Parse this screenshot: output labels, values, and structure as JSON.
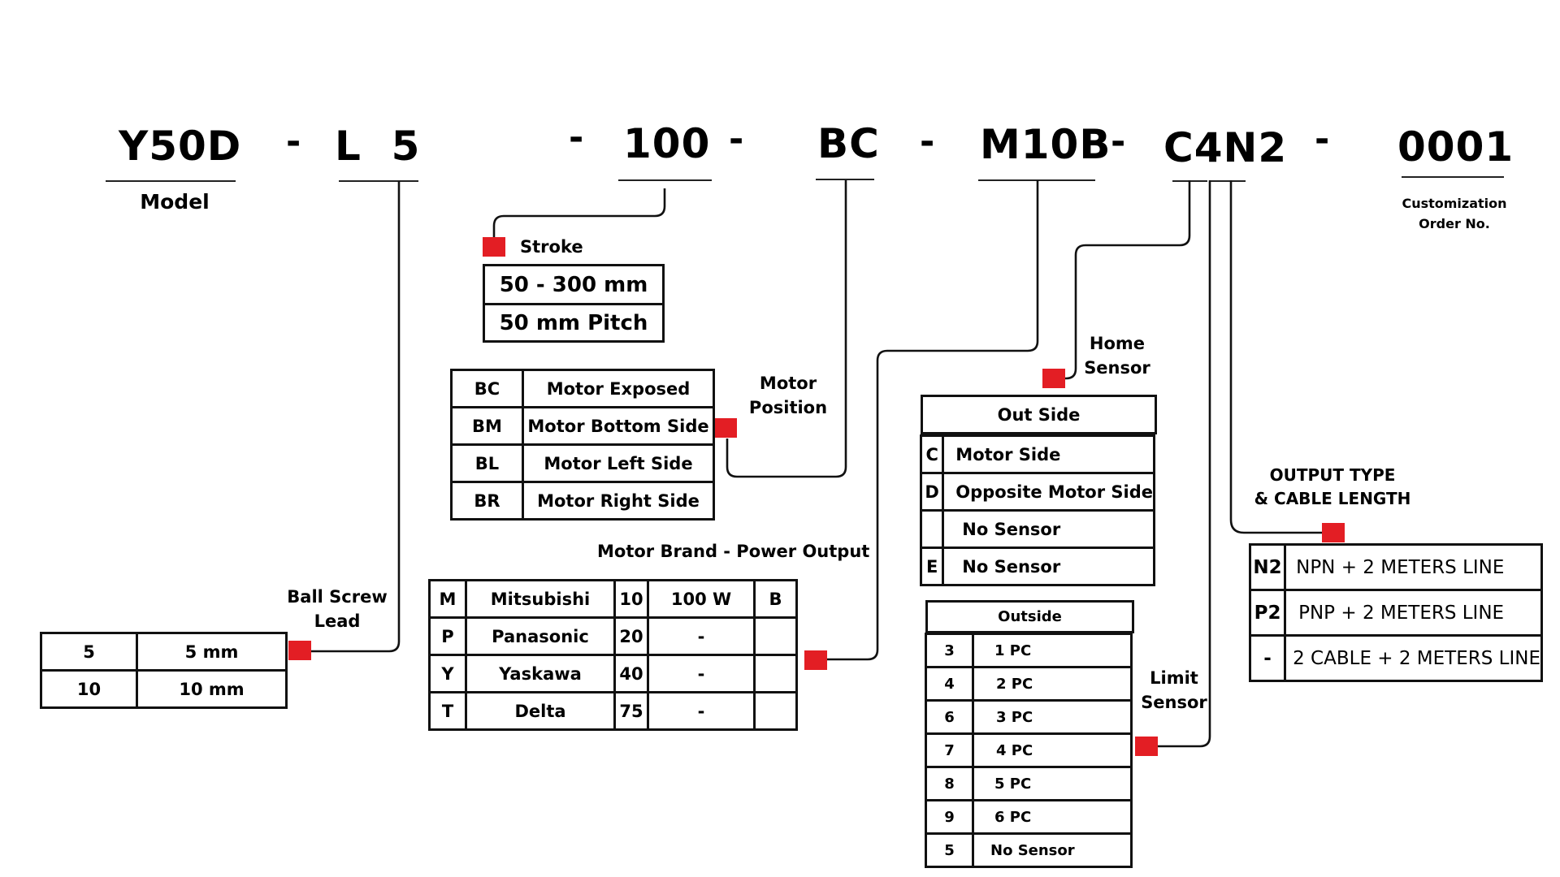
{
  "part_number": {
    "segments": [
      {
        "code": "Y50D",
        "label": "Model"
      },
      {
        "code": "L  5",
        "label": "Ball Screw Lead"
      },
      {
        "code": "100",
        "label": "Stroke"
      },
      {
        "code": "BC",
        "label": "Motor Position"
      },
      {
        "code": "M10B",
        "label": "Motor Brand - Power Output"
      },
      {
        "code": "C4N2",
        "label": "Home Sensor / Limit Sensor / Output Type"
      },
      {
        "code": "0001",
        "label": "Customization Order No."
      }
    ],
    "separator": "-"
  },
  "model": {
    "label": "Model"
  },
  "customization": {
    "label_line1": "Customization",
    "label_line2": "Order No."
  },
  "ball_screw_lead": {
    "title_line1": "Ball Screw",
    "title_line2": "Lead",
    "rows": [
      {
        "code": "5",
        "value": "5 mm"
      },
      {
        "code": "10",
        "value": "10 mm"
      }
    ]
  },
  "stroke": {
    "title": "Stroke",
    "rows": [
      "50 - 300 mm",
      "50 mm Pitch"
    ]
  },
  "motor_position": {
    "title_line1": "Motor",
    "title_line2": "Position",
    "rows": [
      {
        "code": "BC",
        "value": "Motor Exposed"
      },
      {
        "code": "BM",
        "value": "Motor Bottom Side"
      },
      {
        "code": "BL",
        "value": "Motor Left Side"
      },
      {
        "code": "BR",
        "value": "Motor Right Side"
      }
    ]
  },
  "motor_brand": {
    "title": "Motor Brand - Power Output",
    "rows": [
      {
        "code": "M",
        "brand": "Mitsubishi",
        "power_code": "10",
        "power": "100 W",
        "brake": "B"
      },
      {
        "code": "P",
        "brand": "Panasonic",
        "power_code": "20",
        "power": "-",
        "brake": ""
      },
      {
        "code": "Y",
        "brand": "Yaskawa",
        "power_code": "40",
        "power": "-",
        "brake": ""
      },
      {
        "code": "T",
        "brand": "Delta",
        "power_code": "75",
        "power": "-",
        "brake": ""
      }
    ]
  },
  "home_sensor": {
    "title_line1": "Home",
    "title_line2": "Sensor",
    "header": "Out Side",
    "rows": [
      {
        "code": "C",
        "value": "Motor Side"
      },
      {
        "code": "D",
        "value": "Opposite Motor Side"
      },
      {
        "code": "",
        "value": "No Sensor"
      },
      {
        "code": "E",
        "value": "No Sensor"
      }
    ]
  },
  "limit_sensor": {
    "title_line1": "Limit",
    "title_line2": "Sensor",
    "header": "Outside",
    "rows": [
      {
        "code": "3",
        "value": "1 PC"
      },
      {
        "code": "4",
        "value": "2 PC"
      },
      {
        "code": "6",
        "value": "3 PC"
      },
      {
        "code": "7",
        "value": "4 PC"
      },
      {
        "code": "8",
        "value": "5 PC"
      },
      {
        "code": "9",
        "value": "6 PC"
      },
      {
        "code": "5",
        "value": "No Sensor"
      }
    ]
  },
  "output_type": {
    "title_line1": "OUTPUT TYPE",
    "title_line2": "& CABLE LENGTH",
    "rows": [
      {
        "code": "N2",
        "value": "NPN + 2 METERS LINE"
      },
      {
        "code": "P2",
        "value": "PNP + 2 METERS LINE"
      },
      {
        "code": "-",
        "value": "2 CABLE + 2 METERS LINE"
      }
    ]
  },
  "colors": {
    "marker": "#e31e24",
    "line": "#111111",
    "background": "#ffffff"
  }
}
